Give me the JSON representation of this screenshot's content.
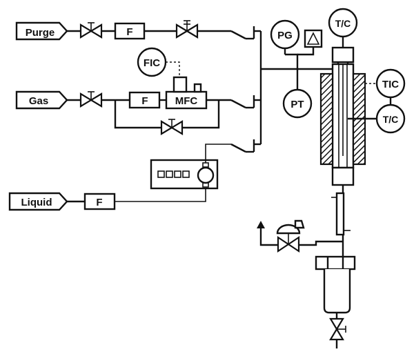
{
  "colors": {
    "line": "#111111",
    "background": "#ffffff",
    "hatch": "#111111"
  },
  "inlets": {
    "purge": "Purge",
    "gas": "Gas",
    "liquid": "Liquid"
  },
  "filters": {
    "purge_filter": "F",
    "gas_filter": "F",
    "liquid_filter": "F"
  },
  "mass_flow_controller": "MFC",
  "instruments": {
    "flow_indicator_controller": "FIC",
    "pressure_gauge": "PG",
    "pressure_transmitter": "PT",
    "temperature_indicator_controller": "TIC",
    "thermocouple_top": "T/C",
    "thermocouple_side": "T/C"
  },
  "icons": {
    "valve": "gate-valve-icon",
    "check_valve": "check-valve-icon",
    "pump": "liquid-pump-icon",
    "vent_arrow": "vent-arrow-icon"
  }
}
